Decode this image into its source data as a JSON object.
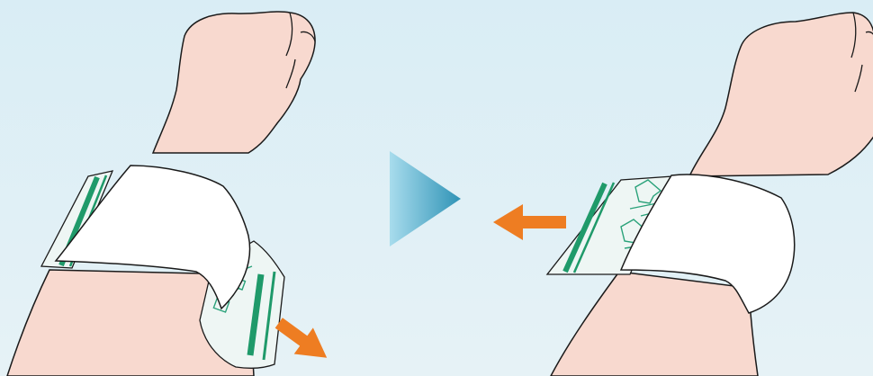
{
  "illustration": {
    "step_count": 2,
    "colors": {
      "background_top": "#d9edf5",
      "background_bottom": "#e6f2f6",
      "skin": "#f8d9cf",
      "outline": "#1a1a1a",
      "band": "#ffffff",
      "liner": "#eef6f4",
      "liner_stripe": "#1f9a6a",
      "liner_print": "#2aa27a",
      "arrow": "#ee7d22",
      "triangle_light": "#a8dced",
      "triangle_dark": "#2f93b6"
    },
    "icons": {
      "left_peel_arrow": "arrow-down-right",
      "right_push_arrow": "arrow-left",
      "next_step": "play-triangle"
    }
  }
}
